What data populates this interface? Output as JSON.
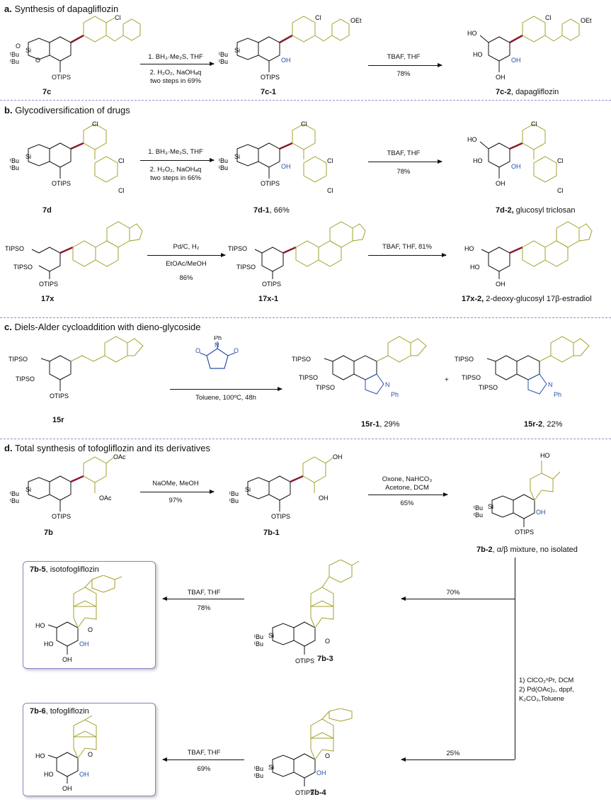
{
  "sections": {
    "a": {
      "letter": "a.",
      "title": "Synthesis of dapagliflozin"
    },
    "b": {
      "letter": "b.",
      "title": "Glycodiversification of drugs"
    },
    "c": {
      "letter": "c.",
      "title": "Diels-Alder cycloaddition with dieno-glycoside"
    },
    "d": {
      "letter": "d.",
      "title": "Total synthesis of tofogliflozin and its derivatives"
    }
  },
  "labels": {
    "c7c": "7c",
    "c7c1": "7c-1",
    "c7c2": "7c-2",
    "c7c2_name": ", dapagliflozin",
    "c7d": "7d",
    "c7d1": "7d-1",
    "c7d1_name": ", 66%",
    "c7d2": "7d-2,",
    "c7d2_name": " glucosyl triclosan",
    "c17x": "17x",
    "c17x1": "17x-1",
    "c17x2": "17x-2,",
    "c17x2_name": " 2-deoxy-glucosyl 17β-estradiol",
    "c15r": "15r",
    "c15r1": "15r-1",
    "c15r1_name": ", 29%",
    "c15r2": "15r-2",
    "c15r2_name": ", 22%",
    "c7b": "7b",
    "c7b1": "7b-1",
    "c7b2": "7b-2",
    "c7b2_name": ", α/β mixture, no isolated",
    "c7b3": "7b-3",
    "c7b4": "7b-4",
    "c7b5": "7b-5",
    "c7b5_name": ", isotofogliflozin",
    "c7b6": "7b-6",
    "c7b6_name": ", tofogliflozin"
  },
  "conditions": {
    "a1_1": "1. BH₃·Me₂S, THF",
    "a1_2": "2. H₂O₂, NaOHₐq",
    "a1_3": "two steps in 69%",
    "a2_1": "TBAF, THF",
    "a2_2": "78%",
    "b1_1": "1. BH₃·Me₂S, THF",
    "b1_2": "2. H₂O₂, NaOHₐq",
    "b1_3": "two steps in 66%",
    "b2_1": "TBAF, THF",
    "b2_2": "78%",
    "b3_1": "Pd/C, H₂",
    "b3_2": "EtOAc/MeOH",
    "b3_3": "86%",
    "b4_1": "TBAF, THF, 81%",
    "c1_1": "Toluene, 100ºC, 48h",
    "d1_1": "NaOMe, MeOH",
    "d1_2": "97%",
    "d2_1": "Oxone, NaHCO₃",
    "d2_2": "Acetone, DCM",
    "d2_3": "65%",
    "d3_1": "70%",
    "d3_2": "25%",
    "d4_1": "1) ClCO₂ⁿPr, DCM",
    "d4_2": "2) Pd(OAc)₂, dppf,",
    "d4_3": "K₂CO₃,Toluene",
    "d5_1": "TBAF, THF",
    "d5_2": "78%",
    "d6_1": "TBAF, THF",
    "d6_2": "69%"
  },
  "plus_sign": "+",
  "colors": {
    "aryl": "#a3a12c",
    "bond": "#8b1a2b",
    "hydroxyl": "#1f4f9c",
    "maleimide": "#2a4fa8",
    "divider": "#8c8cd8",
    "box": "#8b84c8"
  }
}
